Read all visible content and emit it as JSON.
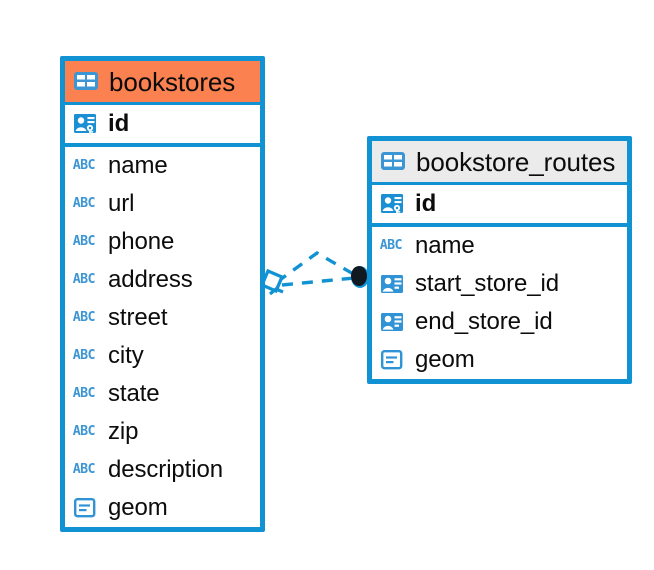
{
  "diagram": {
    "type": "entity-relationship-diagram",
    "background": "#ffffff",
    "accent_blue": "#1192d3",
    "highlight_orange": "#fb8150",
    "header_grey": "#ebebeb",
    "text_color": "#0c0c0c"
  },
  "entities": [
    {
      "name": "bookstores",
      "header_style": "orange",
      "table_icon": "table-icon",
      "primary_keys": [
        {
          "label": "id",
          "icon": "primary-key-icon"
        }
      ],
      "fields": [
        {
          "label": "name",
          "icon": "text-type-icon"
        },
        {
          "label": "url",
          "icon": "text-type-icon"
        },
        {
          "label": "phone",
          "icon": "text-type-icon"
        },
        {
          "label": "address",
          "icon": "text-type-icon"
        },
        {
          "label": "street",
          "icon": "text-type-icon"
        },
        {
          "label": "city",
          "icon": "text-type-icon"
        },
        {
          "label": "state",
          "icon": "text-type-icon"
        },
        {
          "label": "zip",
          "icon": "text-type-icon"
        },
        {
          "label": "description",
          "icon": "text-type-icon"
        },
        {
          "label": "geom",
          "icon": "geometry-type-icon"
        }
      ]
    },
    {
      "name": "bookstore_routes",
      "header_style": "grey",
      "table_icon": "table-icon",
      "primary_keys": [
        {
          "label": "id",
          "icon": "primary-key-icon"
        }
      ],
      "fields": [
        {
          "label": "name",
          "icon": "text-type-icon"
        },
        {
          "label": "start_store_id",
          "icon": "foreign-key-icon"
        },
        {
          "label": "end_store_id",
          "icon": "foreign-key-icon"
        },
        {
          "label": "geom",
          "icon": "geometry-type-icon"
        }
      ]
    }
  ],
  "relationship": {
    "from_entity": "bookstores",
    "to_entity": "bookstore_routes",
    "line_style": "dashed",
    "line_color": "#1192d3",
    "source_marker": "diamond-crowsfoot-marker",
    "target_marker": "filled-circle-marker",
    "target_marker_color": "#101820"
  },
  "icon_glyphs": {
    "text_type": "ABC"
  }
}
